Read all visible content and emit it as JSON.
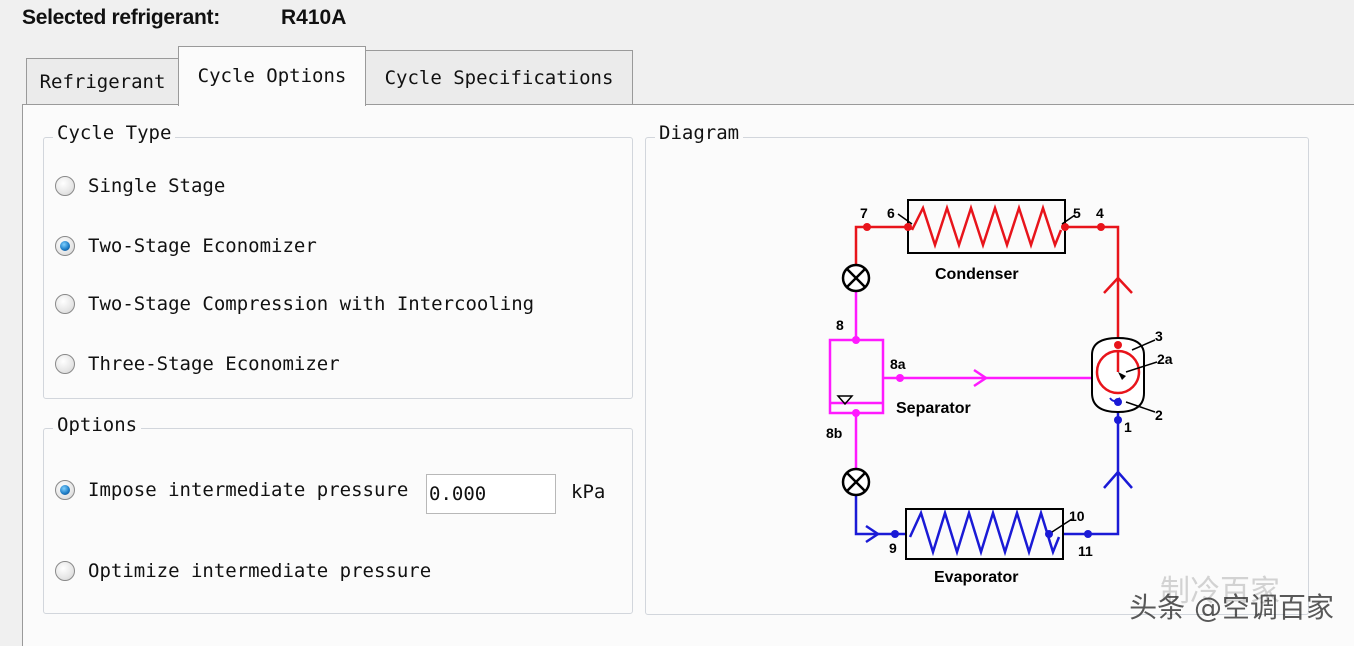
{
  "header": {
    "selected_label": "Selected refrigerant:",
    "selected_value": "R410A"
  },
  "tabs": [
    {
      "label": "Refrigerant",
      "active": false
    },
    {
      "label": "Cycle Options",
      "active": true
    },
    {
      "label": "Cycle Specifications",
      "active": false
    }
  ],
  "cycle_type": {
    "title": "Cycle Type",
    "options": [
      {
        "label": "Single Stage",
        "checked": false
      },
      {
        "label": "Two-Stage Economizer",
        "checked": true
      },
      {
        "label": "Two-Stage Compression with Intercooling",
        "checked": false
      },
      {
        "label": "Three-Stage Economizer",
        "checked": false
      }
    ]
  },
  "options": {
    "title": "Options",
    "impose_label": "Impose intermediate pressure",
    "impose_checked": true,
    "pressure_value": "0.000",
    "unit": "kPa",
    "optimize_label": "Optimize intermediate pressure",
    "optimize_checked": false
  },
  "diagram": {
    "title": "Diagram",
    "labels": {
      "condenser": "Condenser",
      "evaporator": "Evaporator",
      "separator": "Separator",
      "p1": "1",
      "p2": "2",
      "p2a": "2a",
      "p3": "3",
      "p4": "4",
      "p5": "5",
      "p6": "6",
      "p7": "7",
      "p8": "8",
      "p8a": "8a",
      "p8b": "8b",
      "p9": "9",
      "p10": "10",
      "p11": "11"
    },
    "colors": {
      "high": "#e8141b",
      "mid": "#ff1aff",
      "low": "#1a1ad6",
      "line": "#000000"
    }
  },
  "watermark": {
    "text": "头条 @空调百家",
    "faint": "制冷百家"
  }
}
